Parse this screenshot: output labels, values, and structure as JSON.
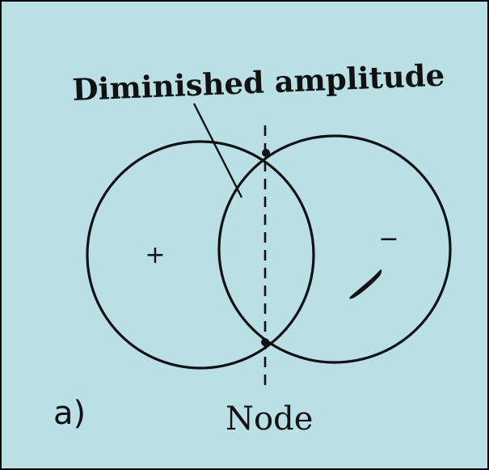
{
  "figure": {
    "annotation_label": "Diminished amplitude",
    "left_sign": "+",
    "right_sign": "−",
    "node_label": "Node",
    "panel_label": "a)"
  },
  "colors": {
    "background": "#b9e0e4",
    "ink": "#111111"
  }
}
